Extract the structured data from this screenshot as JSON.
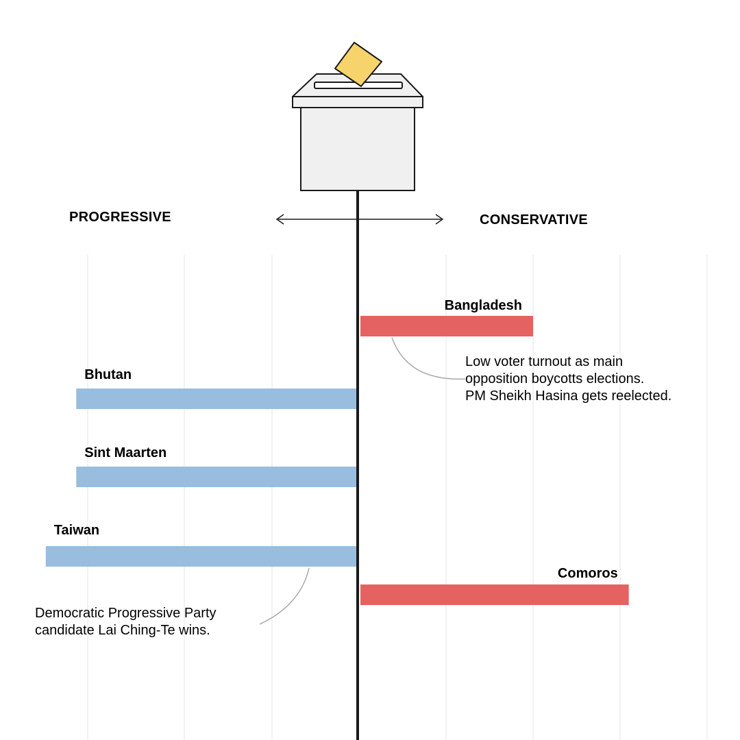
{
  "chart_data": {
    "type": "bar",
    "orientation": "horizontal-diverging",
    "axis": {
      "left_label": "PROGRESSIVE",
      "right_label": "CONSERVATIVE",
      "range": [
        -4,
        4
      ],
      "gridlines": true
    },
    "categories": [
      "Bangladesh",
      "Bhutan",
      "Sint Maarten",
      "Taiwan",
      "Comoros"
    ],
    "values": [
      2,
      -3.25,
      -3.25,
      -3.6,
      3.1
    ],
    "colors": {
      "progressive": "#98bddf",
      "conservative": "#e46262",
      "axis": "#1a1a1a",
      "grid": "#e6e6e6",
      "ballot": "#f7d46b",
      "box": "#f0f0f0"
    },
    "annotations": [
      {
        "target": "Bangladesh",
        "lines": [
          "Low voter turnout as main",
          "opposition boycotts elections.",
          "PM Sheikh Hasina gets reelected."
        ]
      },
      {
        "target": "Taiwan",
        "lines": [
          "Democratic Progressive Party",
          "candidate Lai Ching-Te wins."
        ]
      }
    ],
    "icons": [
      "ballot-box-icon",
      "double-arrow-icon"
    ]
  }
}
